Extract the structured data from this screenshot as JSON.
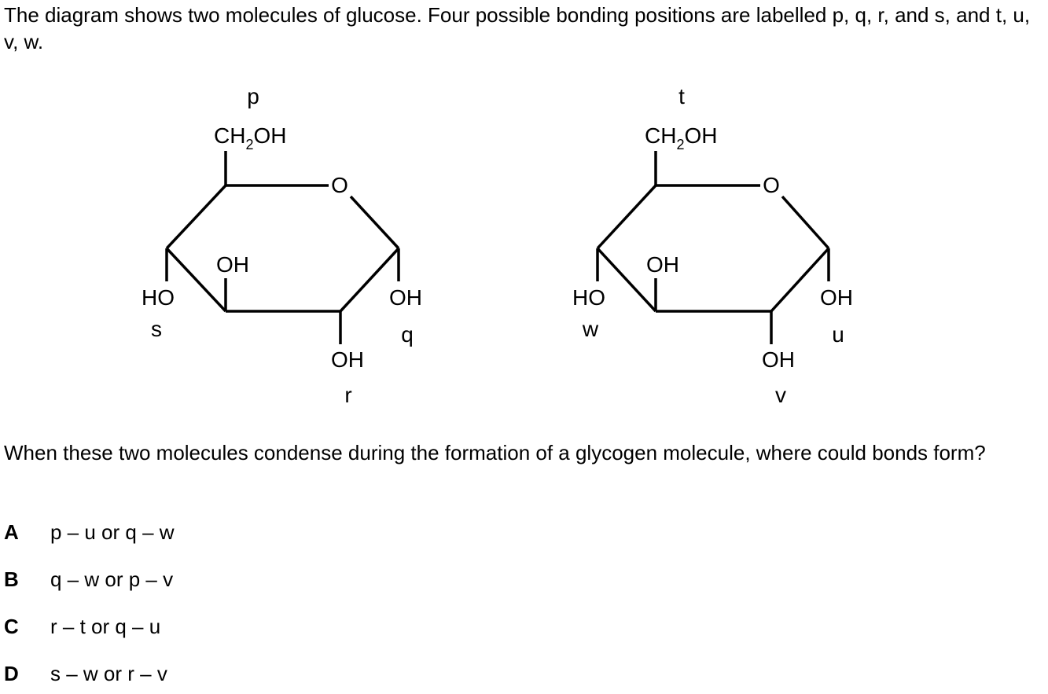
{
  "intro": "The diagram shows two molecules of glucose. Four possible bonding positions are labelled p, q, r, and s, and t, u, v, w.",
  "molecules": [
    {
      "ring_oxygen": "O",
      "ch2oh": {
        "c": "CH",
        "sub": "2",
        "oh": "OH"
      },
      "oh_inner": "OH",
      "ho_left": "HO",
      "oh_right": "OH",
      "oh_bottom": "OH",
      "labels": {
        "top": "p",
        "right": "q",
        "bottom": "r",
        "left": "s"
      }
    },
    {
      "ring_oxygen": "O",
      "ch2oh": {
        "c": "CH",
        "sub": "2",
        "oh": "OH"
      },
      "oh_inner": "OH",
      "ho_left": "HO",
      "oh_right": "OH",
      "oh_bottom": "OH",
      "labels": {
        "top": "t",
        "right": "u",
        "bottom": "v",
        "left": "w"
      }
    }
  ],
  "question": "When these two molecules condense during the formation of a glycogen molecule, where could bonds form?",
  "options": [
    {
      "letter": "A",
      "text": "p – u or q – w"
    },
    {
      "letter": "B",
      "text": "q – w or p – v"
    },
    {
      "letter": "C",
      "text": "r – t or q – u"
    },
    {
      "letter": "D",
      "text": "s – w or r – v"
    }
  ]
}
